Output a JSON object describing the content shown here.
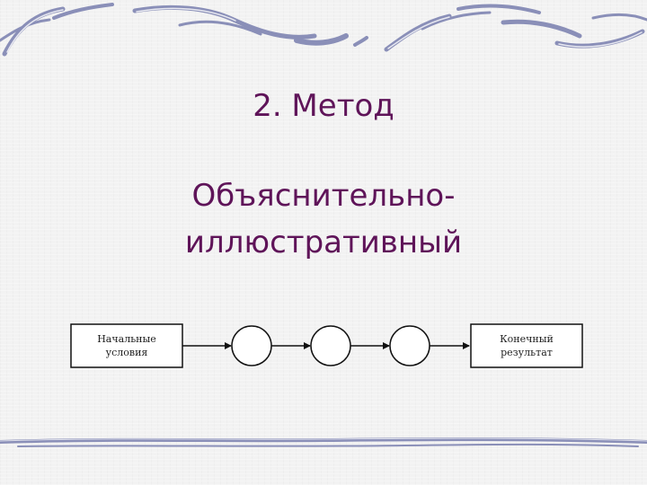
{
  "slide": {
    "title": "2. Метод",
    "subtitle_line1": "Объяснительно-",
    "subtitle_line2": "иллюстративный"
  },
  "diagram": {
    "start_box": {
      "line1": "Начальные",
      "line2": "условия"
    },
    "end_box": {
      "line1": "Конечный",
      "line2": "результат"
    },
    "intermediate_steps": 3
  },
  "colors": {
    "text": "#5f1459",
    "decoration": "#8a8fb8",
    "background": "#f2f2f2"
  }
}
